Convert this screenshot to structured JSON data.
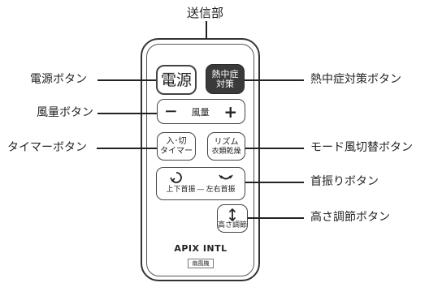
{
  "diagram": {
    "labels": {
      "transmitter": "送信部",
      "power_button": "電源ボタン",
      "heatstroke_button": "熱中症対策ボタン",
      "fan_speed_button": "風量ボタン",
      "timer_button": "タイマーボタン",
      "mode_button": "モード風切替ボタン",
      "swing_button": "首振りボタン",
      "height_button": "高さ調節ボタン"
    },
    "remote": {
      "power_btn_text": "電源",
      "heatstroke_line1": "熱中症",
      "heatstroke_line2": "対策",
      "fan_minus": "ー",
      "fan_label": "風量",
      "fan_plus": "+",
      "timer_line1": "入･切",
      "timer_line2": "タイマー",
      "mode_line1": "リズム",
      "mode_line2": "衣類乾燥",
      "swing_updown": "上下首振",
      "swing_sep": "—",
      "swing_leftright": "左右首振",
      "height_label": "高さ調節",
      "brand": "APIX INTL",
      "product": "扇風機"
    }
  }
}
